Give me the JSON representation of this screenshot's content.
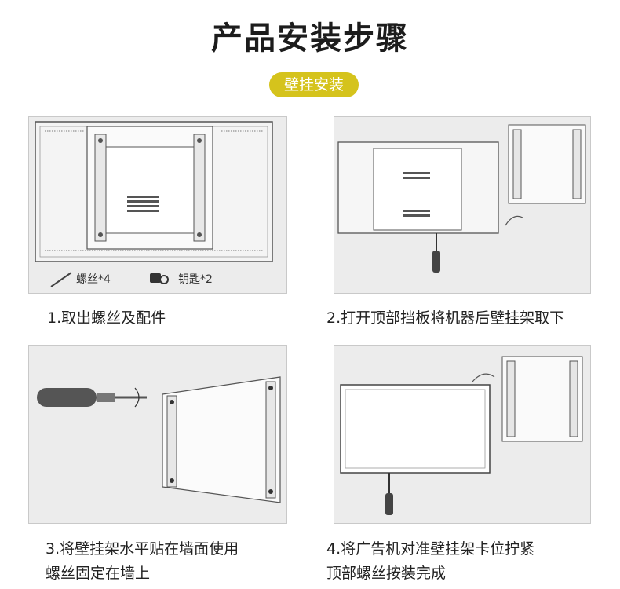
{
  "page": {
    "title": "产品安装步骤",
    "badge": "壁挂安装"
  },
  "steps": [
    {
      "caption": "1.取出螺丝及配件",
      "legend": {
        "screw": "螺丝*4",
        "key": "钥匙*2"
      }
    },
    {
      "caption": "2.打开顶部挡板将机器后壁挂架取下"
    },
    {
      "caption_line1": "3.将壁挂架水平贴在墙面使用",
      "caption_line2": "螺丝固定在墙上"
    },
    {
      "caption_line1": "4.将广告机对准壁挂架卡位拧紧",
      "caption_line2": "顶部螺丝按装完成"
    }
  ],
  "icons": [
    "screw-icon",
    "key-icon",
    "screwdriver-icon",
    "rotate-arrow-icon",
    "wall-bracket-icon",
    "display-frame-icon"
  ],
  "colors": {
    "badge": "#d5c31c",
    "panel_bg": "#ececec",
    "line": "#555555",
    "title": "#1c1c1c"
  }
}
